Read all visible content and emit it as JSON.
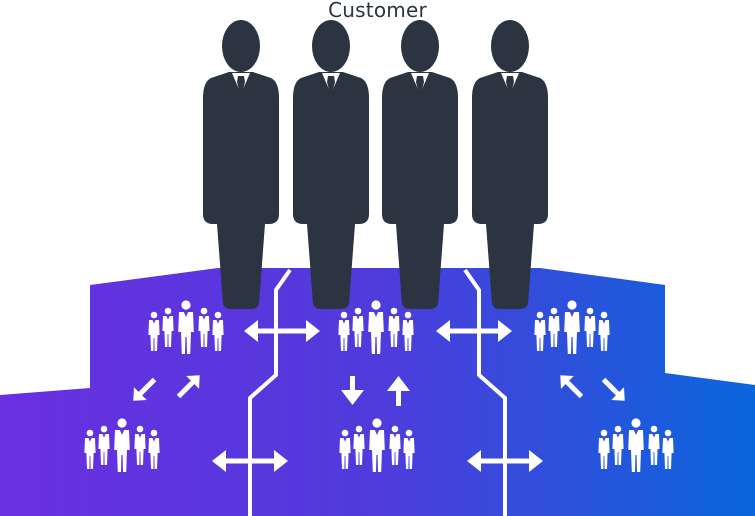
{
  "title": "Customer",
  "colors": {
    "customer_silhouette": "#2b3440",
    "gradient_start": "#6a2fe0",
    "gradient_mid": "#4f3bdc",
    "gradient_end": "#0a66dd",
    "staff_icon": "#ffffff",
    "arrow": "#ffffff",
    "divider": "#ffffff"
  },
  "customers": {
    "count": 4,
    "icon": "businessman-icon"
  },
  "staff_groups": [
    {
      "id": "top-left",
      "icon": "people-group-icon"
    },
    {
      "id": "top-center",
      "icon": "people-group-icon"
    },
    {
      "id": "top-right",
      "icon": "people-group-icon"
    },
    {
      "id": "bottom-left",
      "icon": "people-group-icon"
    },
    {
      "id": "bottom-center",
      "icon": "people-group-icon"
    },
    {
      "id": "bottom-right",
      "icon": "people-group-icon"
    }
  ],
  "arrows": [
    {
      "id": "tl-tc",
      "type": "double-horizontal"
    },
    {
      "id": "tc-tr",
      "type": "double-horizontal"
    },
    {
      "id": "bl-bc",
      "type": "double-horizontal"
    },
    {
      "id": "bc-br",
      "type": "double-horizontal"
    },
    {
      "id": "left-diag",
      "type": "diagonal-pair"
    },
    {
      "id": "center-vert",
      "type": "vertical-pair"
    },
    {
      "id": "right-diag",
      "type": "diagonal-pair"
    }
  ]
}
